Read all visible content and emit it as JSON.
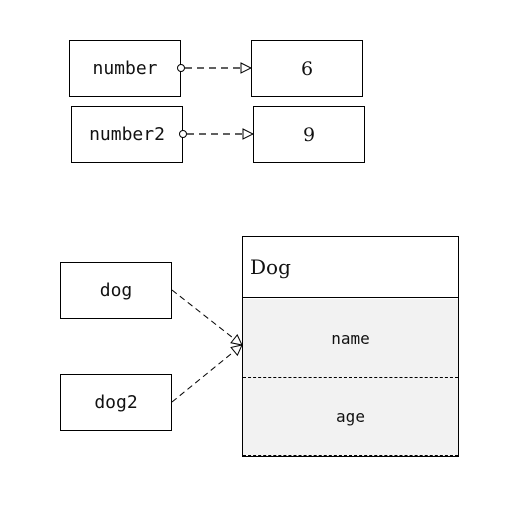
{
  "variables": {
    "number": {
      "name": "number",
      "value": "6"
    },
    "number2": {
      "name": "number2",
      "value": "9"
    }
  },
  "objects": {
    "dog": {
      "name": "dog"
    },
    "dog2": {
      "name": "dog2"
    }
  },
  "class_box": {
    "title": "Dog",
    "fields": [
      "name",
      "age"
    ]
  },
  "colors": {
    "field_fill": "#f2f2f2",
    "stroke": "#000000"
  }
}
